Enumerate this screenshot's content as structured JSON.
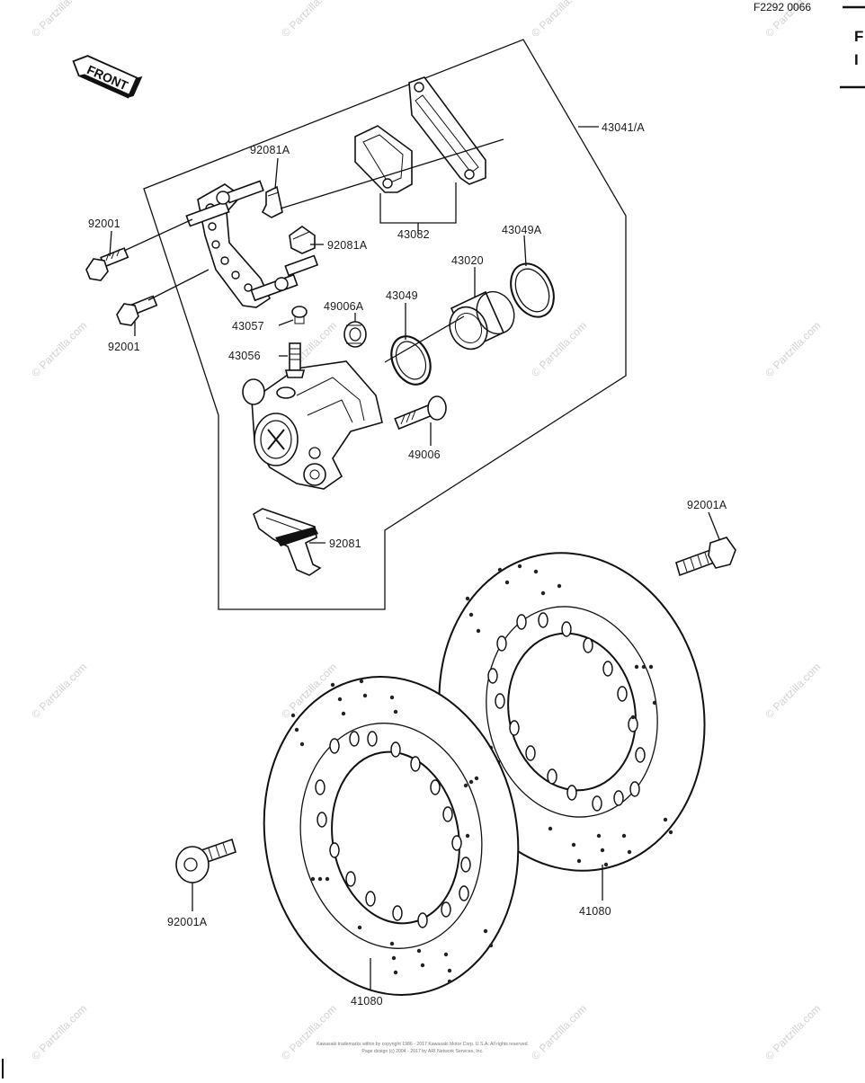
{
  "header": {
    "code": "F2292 0066",
    "edge_glyphs": [
      "F",
      "I"
    ]
  },
  "front_arrow": {
    "label": "FRONT"
  },
  "parts": [
    {
      "id": "p-43041a",
      "num": "43041/A"
    },
    {
      "id": "p-92081a-1",
      "num": "92081A"
    },
    {
      "id": "p-92081a-2",
      "num": "92081A"
    },
    {
      "id": "p-92001-1",
      "num": "92001"
    },
    {
      "id": "p-92001-2",
      "num": "92001"
    },
    {
      "id": "p-43082",
      "num": "43082"
    },
    {
      "id": "p-43049a",
      "num": "43049A"
    },
    {
      "id": "p-43020",
      "num": "43020"
    },
    {
      "id": "p-49006a",
      "num": "49006A"
    },
    {
      "id": "p-43049",
      "num": "43049"
    },
    {
      "id": "p-43057",
      "num": "43057"
    },
    {
      "id": "p-43056",
      "num": "43056"
    },
    {
      "id": "p-49006",
      "num": "49006"
    },
    {
      "id": "p-92081",
      "num": "92081"
    },
    {
      "id": "p-92001a-1",
      "num": "92001A"
    },
    {
      "id": "p-92001a-2",
      "num": "92001A"
    },
    {
      "id": "p-41080-1",
      "num": "41080"
    },
    {
      "id": "p-41080-2",
      "num": "41080"
    }
  ],
  "watermark": "© Partzilla.com",
  "footer": {
    "line1": "Kawasaki trademarks within by copyright 1986 - 2017 Kawasaki Motor Corp. U.S.A. All rights reserved.",
    "line2": "Page design (c) 2004 - 2017 by ARI Network Services, Inc."
  }
}
